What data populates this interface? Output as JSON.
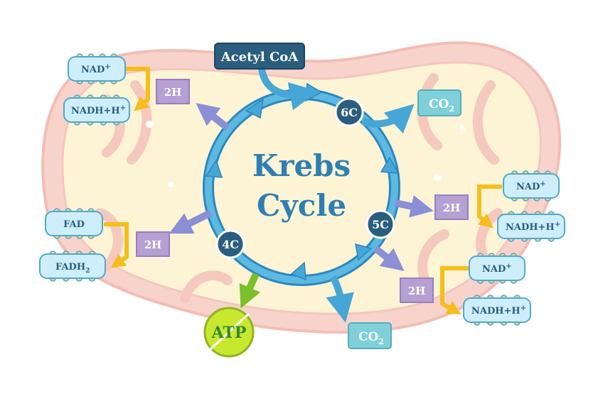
{
  "title_line1": "Krebs",
  "title_line2": "Cycle",
  "acetyl": "Acetyl CoA",
  "nodes": {
    "c6": "6C",
    "c5": "5C",
    "c4": "4C"
  },
  "co2": {
    "main": "CO",
    "sub": "2"
  },
  "h2": "2H",
  "nad": {
    "main": "NAD",
    "sup": "+"
  },
  "nadh": {
    "main": "NADH+H",
    "sup": "+"
  },
  "fad": "FAD",
  "fadh": {
    "main": "FADH",
    "sub": "2"
  },
  "atp": "ATP",
  "colors": {
    "cycle": "#46a7d6",
    "node": "#2a5d7e",
    "co2_box": "#7fd0d8",
    "h2_box": "#b59fd3",
    "arrow_purple": "#8a8fd6",
    "arrow_yellow": "#f6bd1c",
    "carrier": "#cdeefa",
    "atp": "#c7e82e",
    "mito_outer": "#f6d2cc",
    "mito_inner": "#fcf5d5"
  }
}
